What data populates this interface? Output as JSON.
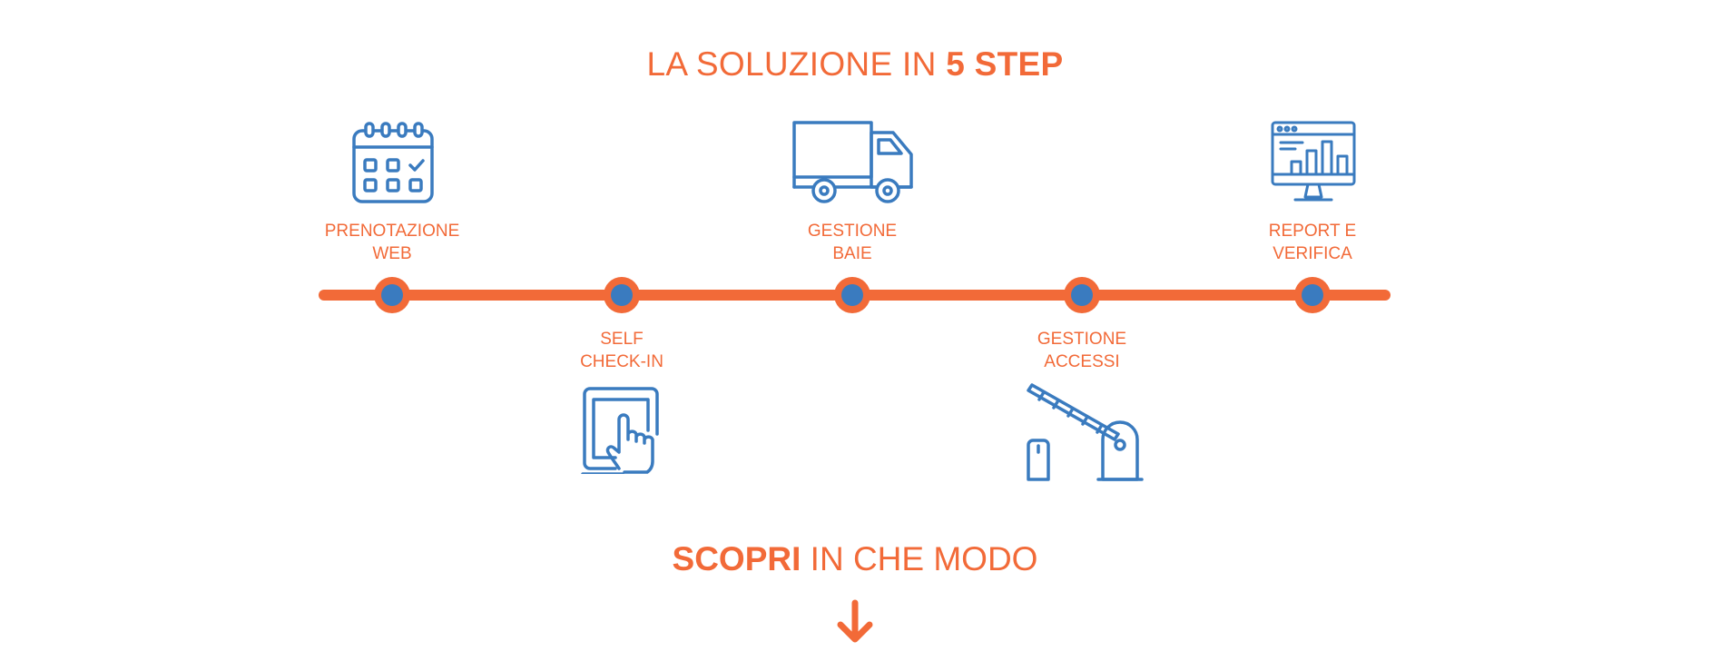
{
  "title": {
    "normal": "LA SOLUZIONE IN ",
    "bold": "5 STEP"
  },
  "steps": [
    {
      "line1": "PRENOTAZIONE",
      "line2": "WEB",
      "icon": "calendar-icon"
    },
    {
      "line1": "SELF",
      "line2": "CHECK-IN",
      "icon": "touchscreen-kiosk-icon"
    },
    {
      "line1": "GESTIONE",
      "line2": "BAIE",
      "icon": "truck-icon"
    },
    {
      "line1": "GESTIONE",
      "line2": "ACCESSI",
      "icon": "barrier-gate-icon"
    },
    {
      "line1": "REPORT E",
      "line2": "VERIFICA",
      "icon": "report-monitor-icon"
    }
  ],
  "cta": {
    "bold": "SCOPRI",
    "normal": " IN CHE MODO"
  },
  "colors": {
    "accent": "#f26a38",
    "icon": "#3a7bbf"
  }
}
